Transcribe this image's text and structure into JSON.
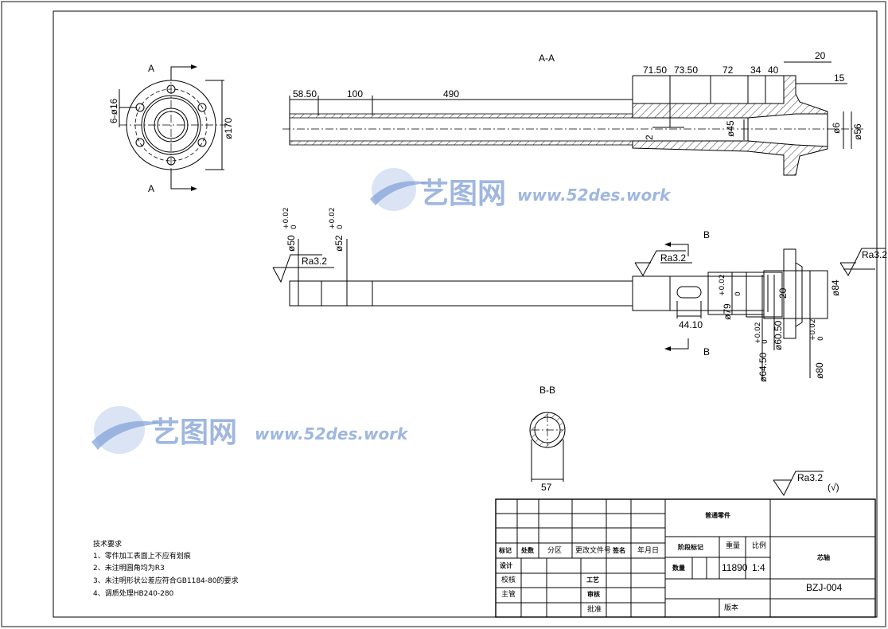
{
  "watermark": {
    "logo": "艺图网",
    "url": "www.52des.work",
    "color": "#7f9fd6"
  },
  "end_view": {
    "section_label_top": "A",
    "section_label_bottom": "A",
    "holes": "6-ø16",
    "dia": "ø170"
  },
  "section_aa": {
    "title": "A-A",
    "dims": {
      "d1": "58.50",
      "d2": "100",
      "d3": "490",
      "d4": "71.50",
      "d5": "73.50",
      "d6": "72",
      "d7": "34",
      "d8": "40",
      "d9": "20",
      "d10": "15",
      "d11": "2",
      "bore": "ø45",
      "end_bore": "ø56",
      "taper": "ø6"
    }
  },
  "front_view": {
    "dims": {
      "dia50": "ø50",
      "dia52": "ø52",
      "tol_up": "+0.02",
      "tol_low": "0",
      "ra_left": "Ra3.2",
      "ra_mid": "Ra3.2",
      "ra_right": "Ra3.2",
      "b_top": "B",
      "b_bottom": "B",
      "slot": "44.10",
      "dia79": "ø79",
      "width20": "20",
      "dia84": "ø84",
      "dia64": "ø64.50",
      "dia60": "ø60.50",
      "dia80": "ø80"
    }
  },
  "section_bb": {
    "title": "B-B",
    "width": "57"
  },
  "roughness_note": {
    "value": "Ra3.2",
    "suffix": "(√)"
  },
  "tech_requirements": {
    "title": "技术要求",
    "items": [
      "1、零件加工表面上不应有划痕",
      "2、未注明圆角均为R3",
      "3、未注明形状公差应符合GB1184-80的要求",
      "4、调质处理HB240-280"
    ]
  },
  "title_block": {
    "headers": [
      "标记",
      "处数",
      "分区",
      "更改文件号",
      "签名",
      "年月日"
    ],
    "design": "设计",
    "check": "校核",
    "supervisor": "主管",
    "process": "工艺",
    "review": "审核",
    "approve": "批准",
    "category": "普通零件",
    "stage_mark": "阶段标记",
    "weight_label": "重量",
    "scale_label": "比例",
    "quantity": "数量",
    "weight": "11890",
    "scale": "1:4",
    "part_name": "芯轴",
    "drawing_no": "BZJ-004",
    "version": "版本"
  }
}
